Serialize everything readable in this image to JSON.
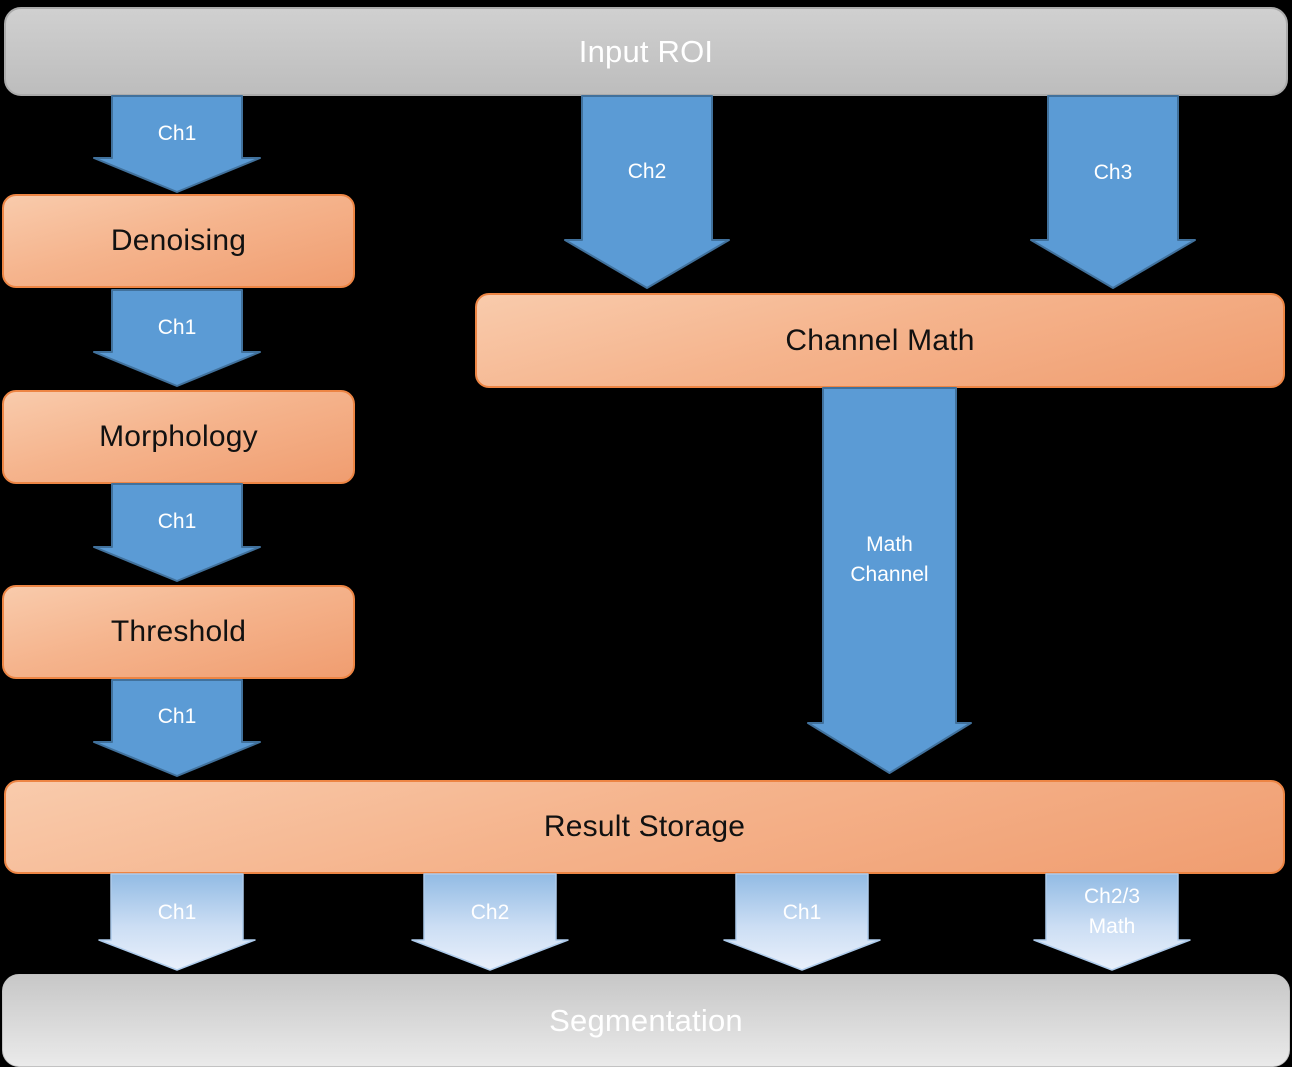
{
  "title": "Channel processing pipeline diagram",
  "colors": {
    "background": "#000000",
    "arrow_blue": "#5B9BD5",
    "arrow_blue_border": "#41719C",
    "arrow_light_top": "#9DC1E8",
    "arrow_light_bottom": "#E9F0FB",
    "arrow_light_border": "#AECBEB",
    "box_orange_light": "#F9CBAC",
    "box_orange_dark": "#F09D70",
    "box_orange_border": "#ED8544",
    "bar_gray_top": "#D0D0D0",
    "bar_gray_bottom": "#BDBDBD",
    "seg_gray_top": "#C7C7C7",
    "seg_gray_bottom": "#EAEAEA",
    "node_text_dark": "#111111",
    "node_text_light": "#FFFFFF"
  },
  "nodes": {
    "input_roi": {
      "label": "Input ROI"
    },
    "denoising": {
      "label": "Denoising"
    },
    "morphology": {
      "label": "Morphology"
    },
    "threshold": {
      "label": "Threshold"
    },
    "channel_math": {
      "label": "Channel Math"
    },
    "result_storage": {
      "label": "Result Storage"
    },
    "segmentation": {
      "label": "Segmentation"
    }
  },
  "arrows": {
    "roi_to_denoising": {
      "label": "Ch1"
    },
    "denoising_to_morphology": {
      "label": "Ch1"
    },
    "morphology_to_threshold": {
      "label": "Ch1"
    },
    "threshold_to_result": {
      "label": "Ch1"
    },
    "roi_to_channelmath_ch2": {
      "label": "Ch2"
    },
    "roi_to_channelmath_ch3": {
      "label": "Ch3"
    },
    "channelmath_to_result": {
      "label_line1": "Math",
      "label_line2": "Channel"
    },
    "result_to_seg_ch1_a": {
      "label": "Ch1"
    },
    "result_to_seg_ch2": {
      "label": "Ch2"
    },
    "result_to_seg_ch1_b": {
      "label": "Ch1"
    },
    "result_to_seg_math": {
      "label_line1": "Ch2/3",
      "label_line2": "Math"
    }
  }
}
